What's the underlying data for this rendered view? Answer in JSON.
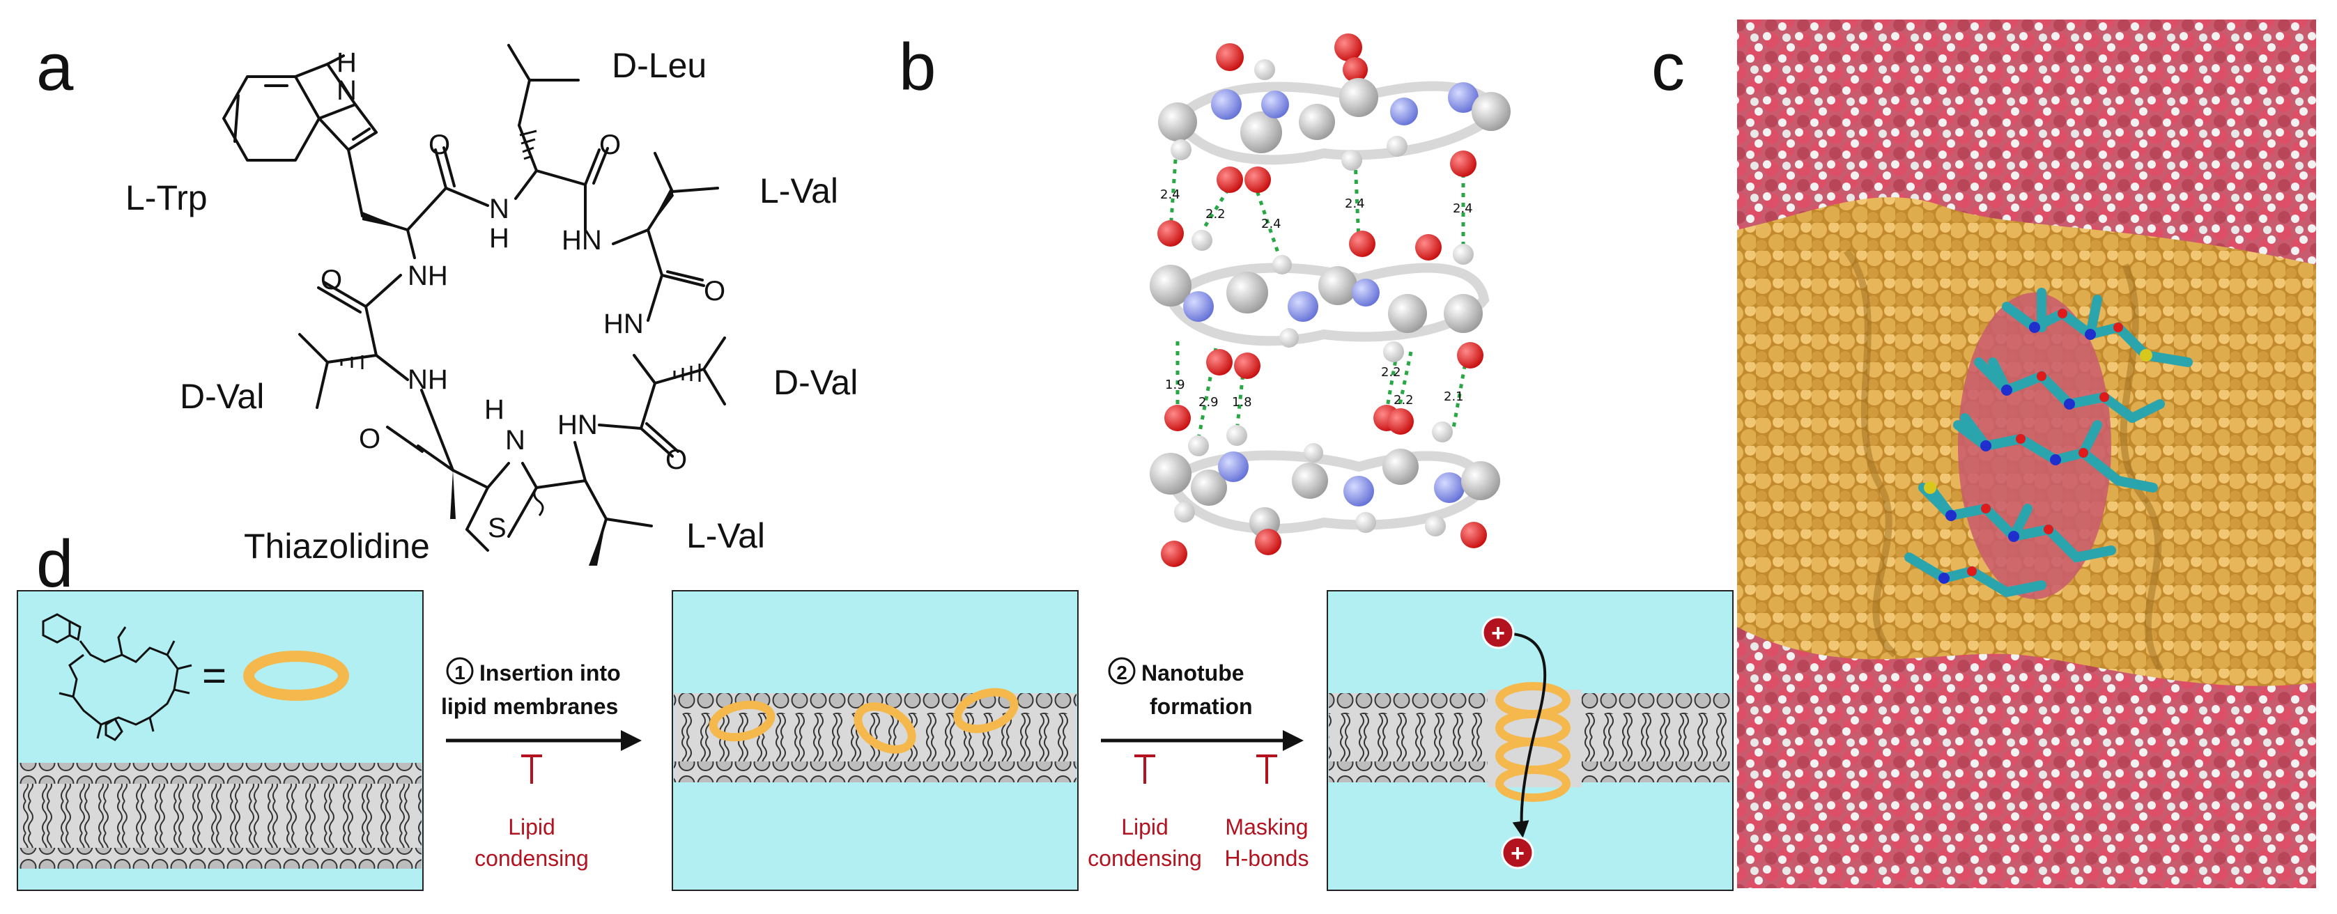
{
  "panels": {
    "a": "a",
    "b": "b",
    "c": "c",
    "d": "d"
  },
  "structure": {
    "residues": {
      "trp": "L-Trp",
      "leu": "D-Leu",
      "val1": "L-Val",
      "val2": "D-Val",
      "val3": "L-Val",
      "val4": "D-Val",
      "thz": "Thiazolidine"
    },
    "atoms": {
      "indole_nh_h": "H",
      "indole_nh_n": "N",
      "amide_nh_top": "N",
      "amide_h_top": "H",
      "hn_right1": "HN",
      "nh_left1": "NH",
      "hn_right2": "HN",
      "nh_left2": "NH",
      "thz_h": "H",
      "thz_n": "N",
      "hn_right3": "HN",
      "thz_s": "S",
      "o": "O"
    }
  },
  "hbond_distances": {
    "upper": [
      "2.4",
      "2.2",
      "2.4",
      "2.4",
      "2.4"
    ],
    "lower": [
      "1.9",
      "2.9",
      "1.8",
      "2.2",
      "2.2",
      "2.1"
    ]
  },
  "scheme": {
    "equals": "=",
    "step1": {
      "number": "1",
      "line1": "Insertion into",
      "line2": "lipid membranes"
    },
    "step2": {
      "number": "2",
      "line1": "Nanotube",
      "line2": "formation"
    },
    "inhibitors": {
      "lipid1": {
        "line1": "Lipid",
        "line2": "condensing"
      },
      "lipid2": {
        "line1": "Lipid",
        "line2": "condensing"
      },
      "masking": {
        "line1": "Masking",
        "line2": "H-bonds"
      }
    },
    "ion_symbol": "+"
  },
  "colors": {
    "water_bg": "#b2eff2",
    "lipid_head": "#bdbdbd",
    "ring": "#f5b84c",
    "inhibitor": "#b3121f",
    "oxygen": "#e0191b",
    "nitrogen": "#8b96e6",
    "carbon": "#c8c8c8",
    "hbond": "#27a844",
    "membrane_tail": "#d39a2b",
    "peptide_stick": "#2aa5ad"
  }
}
